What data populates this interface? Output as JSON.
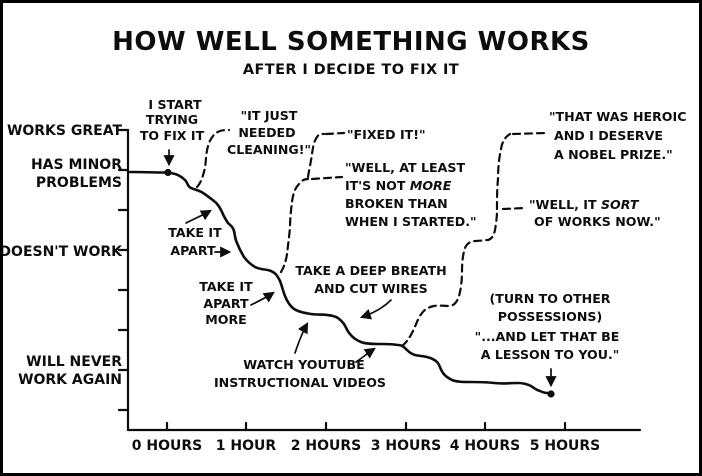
{
  "colors": {
    "ink": "#0d0d0d",
    "background": "#ffffff"
  },
  "title": {
    "main": "HOW WELL SOMETHING WORKS",
    "sub": "AFTER I DECIDE TO FIX IT"
  },
  "y_axis": {
    "works_great": "WORKS GREAT",
    "has_minor_1": "HAS MINOR",
    "has_minor_2": "PROBLEMS",
    "doesnt_work": "DOESN'T WORK",
    "never_1": "WILL NEVER",
    "never_2": "WORK AGAIN"
  },
  "x_axis": {
    "ticks": [
      "0 HOURS",
      "1 HOUR",
      "2 HOURS",
      "3 HOURS",
      "4 HOURS",
      "5 HOURS"
    ]
  },
  "annotations": {
    "start": {
      "l1": "I START",
      "l2": "TRYING",
      "l3": "TO FIX IT"
    },
    "cleaning": {
      "l1": "\"IT JUST",
      "l2": "NEEDED",
      "l3": "CLEANING!\""
    },
    "fixed": {
      "l1": "\"FIXED IT!\""
    },
    "at_least": {
      "l1": "\"WELL, AT LEAST",
      "l2_pre": "IT'S NOT ",
      "l2_it": "MORE",
      "l3": "BROKEN THAN",
      "l4": "WHEN I STARTED.\""
    },
    "take_apart": {
      "l1": "TAKE IT",
      "l2": "APART"
    },
    "take_apart_more": {
      "l1": "TAKE IT",
      "l2": "APART",
      "l3": "MORE"
    },
    "deep_breath": {
      "l1": "TAKE A DEEP BREATH",
      "l2": "AND CUT WIRES"
    },
    "youtube": {
      "l1": "WATCH YOUTUBE",
      "l2": "INSTRUCTIONAL VIDEOS"
    },
    "heroic": {
      "l1": "\"THAT WAS HEROIC",
      "l2": "AND I DESERVE",
      "l3": "A NOBEL PRIZE.\""
    },
    "sort_of": {
      "l1_pre": "\"WELL, IT ",
      "l1_it": "SORT",
      "l2": "OF WORKS NOW.\""
    },
    "lesson": {
      "l1": "(TURN TO OTHER",
      "l2": "POSSESSIONS)",
      "l3": "\"...AND LET THAT BE",
      "l4": "A LESSON TO YOU.\""
    }
  },
  "chart_data": {
    "type": "line",
    "title": "HOW WELL SOMETHING WORKS",
    "subtitle": "AFTER I DECIDE TO FIX IT",
    "x_tick_labels": [
      "0 HOURS",
      "1 HOUR",
      "2 HOURS",
      "3 HOURS",
      "4 HOURS",
      "5 HOURS"
    ],
    "y_tick_labels_top_to_bottom": [
      "WORKS GREAT",
      "HAS MINOR PROBLEMS",
      "",
      "DOESN'T WORK",
      "",
      "",
      "WILL NEVER WORK AGAIN",
      ""
    ],
    "y_scale": "8 evenly spaced unlabeled-value ticks; level 7 = WORKS GREAT (top), 6 = HAS MINOR PROBLEMS, 4 = DOESN'T WORK, 1 = WILL NEVER WORK AGAIN (bottom)",
    "xlim_hours": [
      -0.5,
      6.0
    ],
    "ylim_level": [
      0,
      7
    ],
    "grid": false,
    "legend": "none",
    "series": [
      {
        "name": "actual condition (solid line)",
        "style": "solid",
        "points_hours_level": [
          [
            -0.46,
            5.95
          ],
          [
            0,
            5.95
          ],
          [
            0.2,
            5.6
          ],
          [
            0.45,
            5.3
          ],
          [
            0.7,
            4.6
          ],
          [
            0.85,
            4.2
          ],
          [
            1.0,
            3.6
          ],
          [
            1.3,
            3.5
          ],
          [
            1.45,
            3.2
          ],
          [
            1.6,
            2.45
          ],
          [
            2.05,
            2.4
          ],
          [
            2.25,
            1.9
          ],
          [
            2.45,
            1.65
          ],
          [
            2.9,
            1.65
          ],
          [
            3.05,
            1.35
          ],
          [
            3.3,
            1.3
          ],
          [
            3.55,
            0.75
          ],
          [
            4.4,
            0.72
          ],
          [
            4.65,
            0.5
          ],
          [
            4.83,
            0.42
          ]
        ],
        "markers": [
          {
            "hours": 0,
            "level": 5.95,
            "note": "dot: I start trying to fix it"
          },
          {
            "hours": 4.83,
            "level": 0.42,
            "note": "dot: end"
          }
        ]
      },
      {
        "name": "imagined fix: cleaning (dashed)",
        "style": "dashed",
        "points_hours_level": [
          [
            0.37,
            5.55
          ],
          [
            0.5,
            6.3
          ],
          [
            0.65,
            6.95
          ],
          [
            0.78,
            7.0
          ]
        ],
        "leads_to": "\"IT JUST NEEDED CLEANING!\""
      },
      {
        "name": "imagined fix: fixed it (dashed)",
        "style": "dashed",
        "points_hours_level": [
          [
            1.42,
            3.45
          ],
          [
            1.55,
            4.5
          ],
          [
            1.62,
            5.3
          ],
          [
            1.78,
            5.8
          ],
          [
            1.82,
            6.4
          ],
          [
            1.97,
            6.9
          ]
        ],
        "leads_to": [
          "\"WELL, AT LEAST IT'S NOT MORE BROKEN THAN WHEN I STARTED.\" (at level 5.8)",
          "\"FIXED IT!\" (at level 6.9)"
        ]
      },
      {
        "name": "imagined fix: heroic (dashed)",
        "style": "dashed",
        "points_hours_level": [
          [
            2.95,
            1.6
          ],
          [
            3.1,
            2.2
          ],
          [
            3.35,
            2.6
          ],
          [
            3.62,
            2.6
          ],
          [
            3.72,
            3.5
          ],
          [
            3.9,
            4.2
          ],
          [
            4.1,
            4.25
          ],
          [
            4.15,
            5.0
          ],
          [
            4.2,
            5.8
          ],
          [
            4.32,
            6.9
          ]
        ],
        "leads_to": [
          "\"WELL, IT SORT OF WORKS NOW.\" (at level 5.0)",
          "\"THAT WAS HEROIC AND I DESERVE A NOBEL PRIZE.\" (at level 6.9)"
        ]
      }
    ],
    "annotations": [
      {
        "text": "I START TRYING TO FIX IT",
        "points_to": "dot at 0 hours, level 5.95"
      },
      {
        "text": "TAKE IT APART",
        "points_to": "solid line ~0.5-0.8 hours"
      },
      {
        "text": "TAKE IT APART MORE",
        "points_to": "solid line ~1.4 hours"
      },
      {
        "text": "TAKE A DEEP BREATH AND CUT WIRES",
        "points_to": "solid line ~2.3 hours"
      },
      {
        "text": "WATCH YOUTUBE INSTRUCTIONAL VIDEOS",
        "points_to": "solid line ~1.8 and ~2.65 hours"
      },
      {
        "text": "(TURN TO OTHER POSSESSIONS) \"...AND LET THAT BE A LESSON TO YOU.\"",
        "points_to": "end dot at ~4.83 hours, level 0.42"
      }
    ]
  }
}
